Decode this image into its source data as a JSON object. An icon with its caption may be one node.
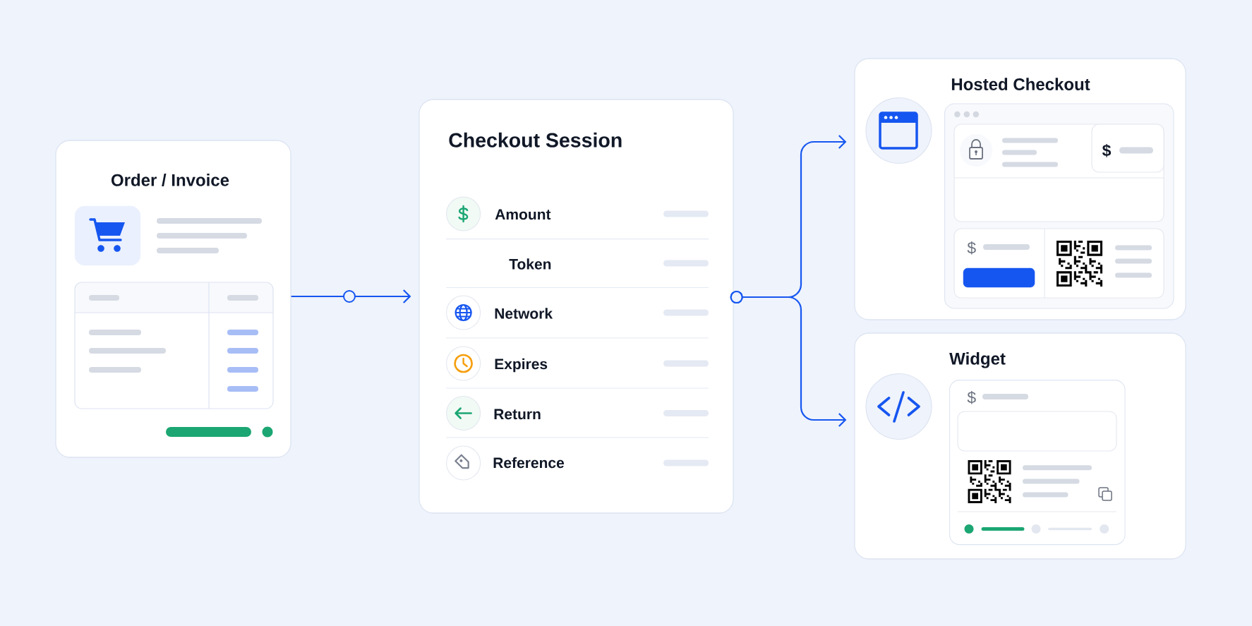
{
  "diagram": {
    "nodes": [
      {
        "text": [
          "Order / Invoice"
        ]
      },
      {
        "text": [
          "Checkout Session"
        ]
      },
      {
        "text": [
          "Hosted Checkout"
        ]
      },
      {
        "text": [
          "Widget"
        ]
      }
    ],
    "edges": [
      {
        "from": 0,
        "to": 1,
        "arrow": "to"
      },
      {
        "from": 1,
        "to": 2,
        "arrow": "to"
      },
      {
        "from": 1,
        "to": 3,
        "arrow": "to"
      }
    ],
    "labels": [
      "Amount",
      "Token",
      "Network",
      "Expires",
      "Return",
      "Reference",
      "$",
      "$",
      "$"
    ]
  }
}
